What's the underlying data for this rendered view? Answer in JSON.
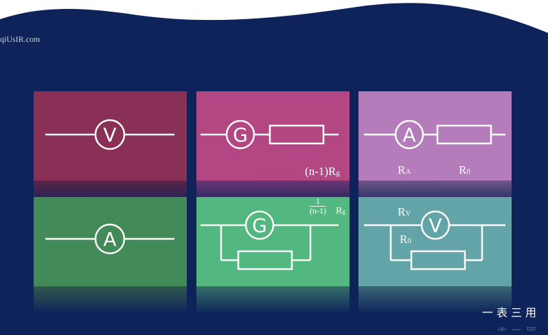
{
  "watermark": "qiUsIR.com",
  "tagline": "一表三用",
  "colors": {
    "background": "#0d2359",
    "wave": "#ffffff",
    "voltmeter_panel": "#8a2f55",
    "galvo_series_panel": "#b24784",
    "ammeter_series_panel": "#b47cba",
    "ammeter_panel": "#438a59",
    "galvo_shunt_panel": "#52b87f",
    "voltmeter_parallel_panel": "#63a4a8",
    "line": "#ffffff"
  },
  "panels": {
    "voltmeter": {
      "symbol": "V"
    },
    "galvo_series": {
      "symbol": "G",
      "label_main": "(n-1)R",
      "label_sub": "g"
    },
    "ammeter_series": {
      "symbol": "A",
      "label_a_main": "R",
      "label_a_sub": "A",
      "label_b_main": "R",
      "label_b_sub": "0"
    },
    "ammeter": {
      "symbol": "A"
    },
    "galvo_shunt": {
      "symbol": "G",
      "frac_num": "1",
      "frac_den": "(n-1)",
      "label_main": "R",
      "label_sub": "g"
    },
    "voltmeter_parallel": {
      "symbol": "V",
      "label_a_main": "R",
      "label_a_sub": "V",
      "label_b_main": "R",
      "label_b_sub": "0"
    }
  }
}
